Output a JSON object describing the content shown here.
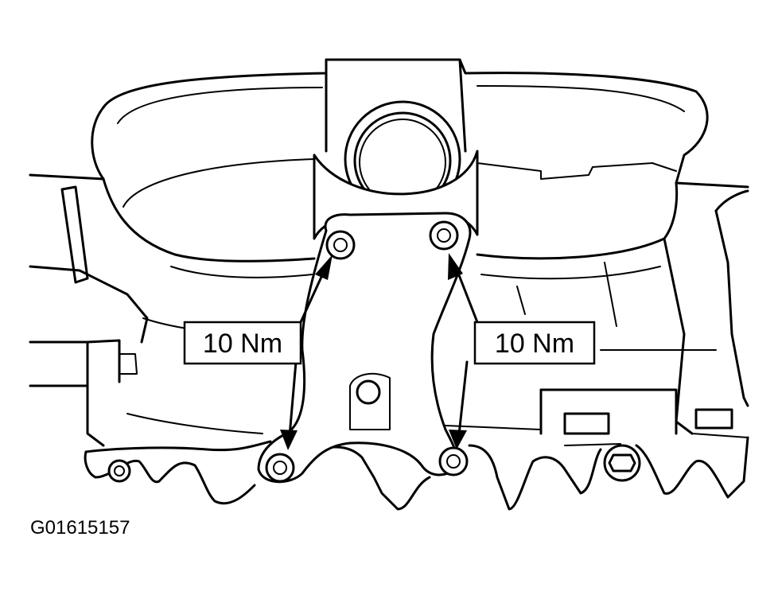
{
  "callouts": {
    "left_torque": "10 Nm",
    "right_torque": "10 Nm"
  },
  "figure_id": "G01615157",
  "colors": {
    "line": "#000000",
    "background": "#ffffff"
  }
}
